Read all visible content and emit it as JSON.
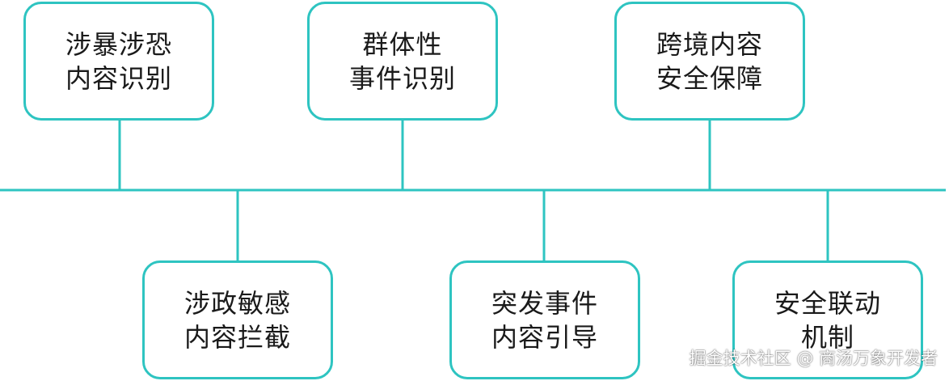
{
  "colors": {
    "accent": "#2ec4c1",
    "text": "#1a1a1a",
    "background": "#ffffff"
  },
  "top_nodes": [
    {
      "line1": "涉暴涉恐",
      "line2": "内容识别"
    },
    {
      "line1": "群体性",
      "line2": "事件识别"
    },
    {
      "line1": "跨境内容",
      "line2": "安全保障"
    }
  ],
  "bottom_nodes": [
    {
      "line1": "涉政敏感",
      "line2": "内容拦截"
    },
    {
      "line1": "突发事件",
      "line2": "内容引导"
    },
    {
      "line1": "安全联动",
      "line2": "机制"
    }
  ],
  "watermark": "掘金技术社区 @ 商汤万象开发者"
}
